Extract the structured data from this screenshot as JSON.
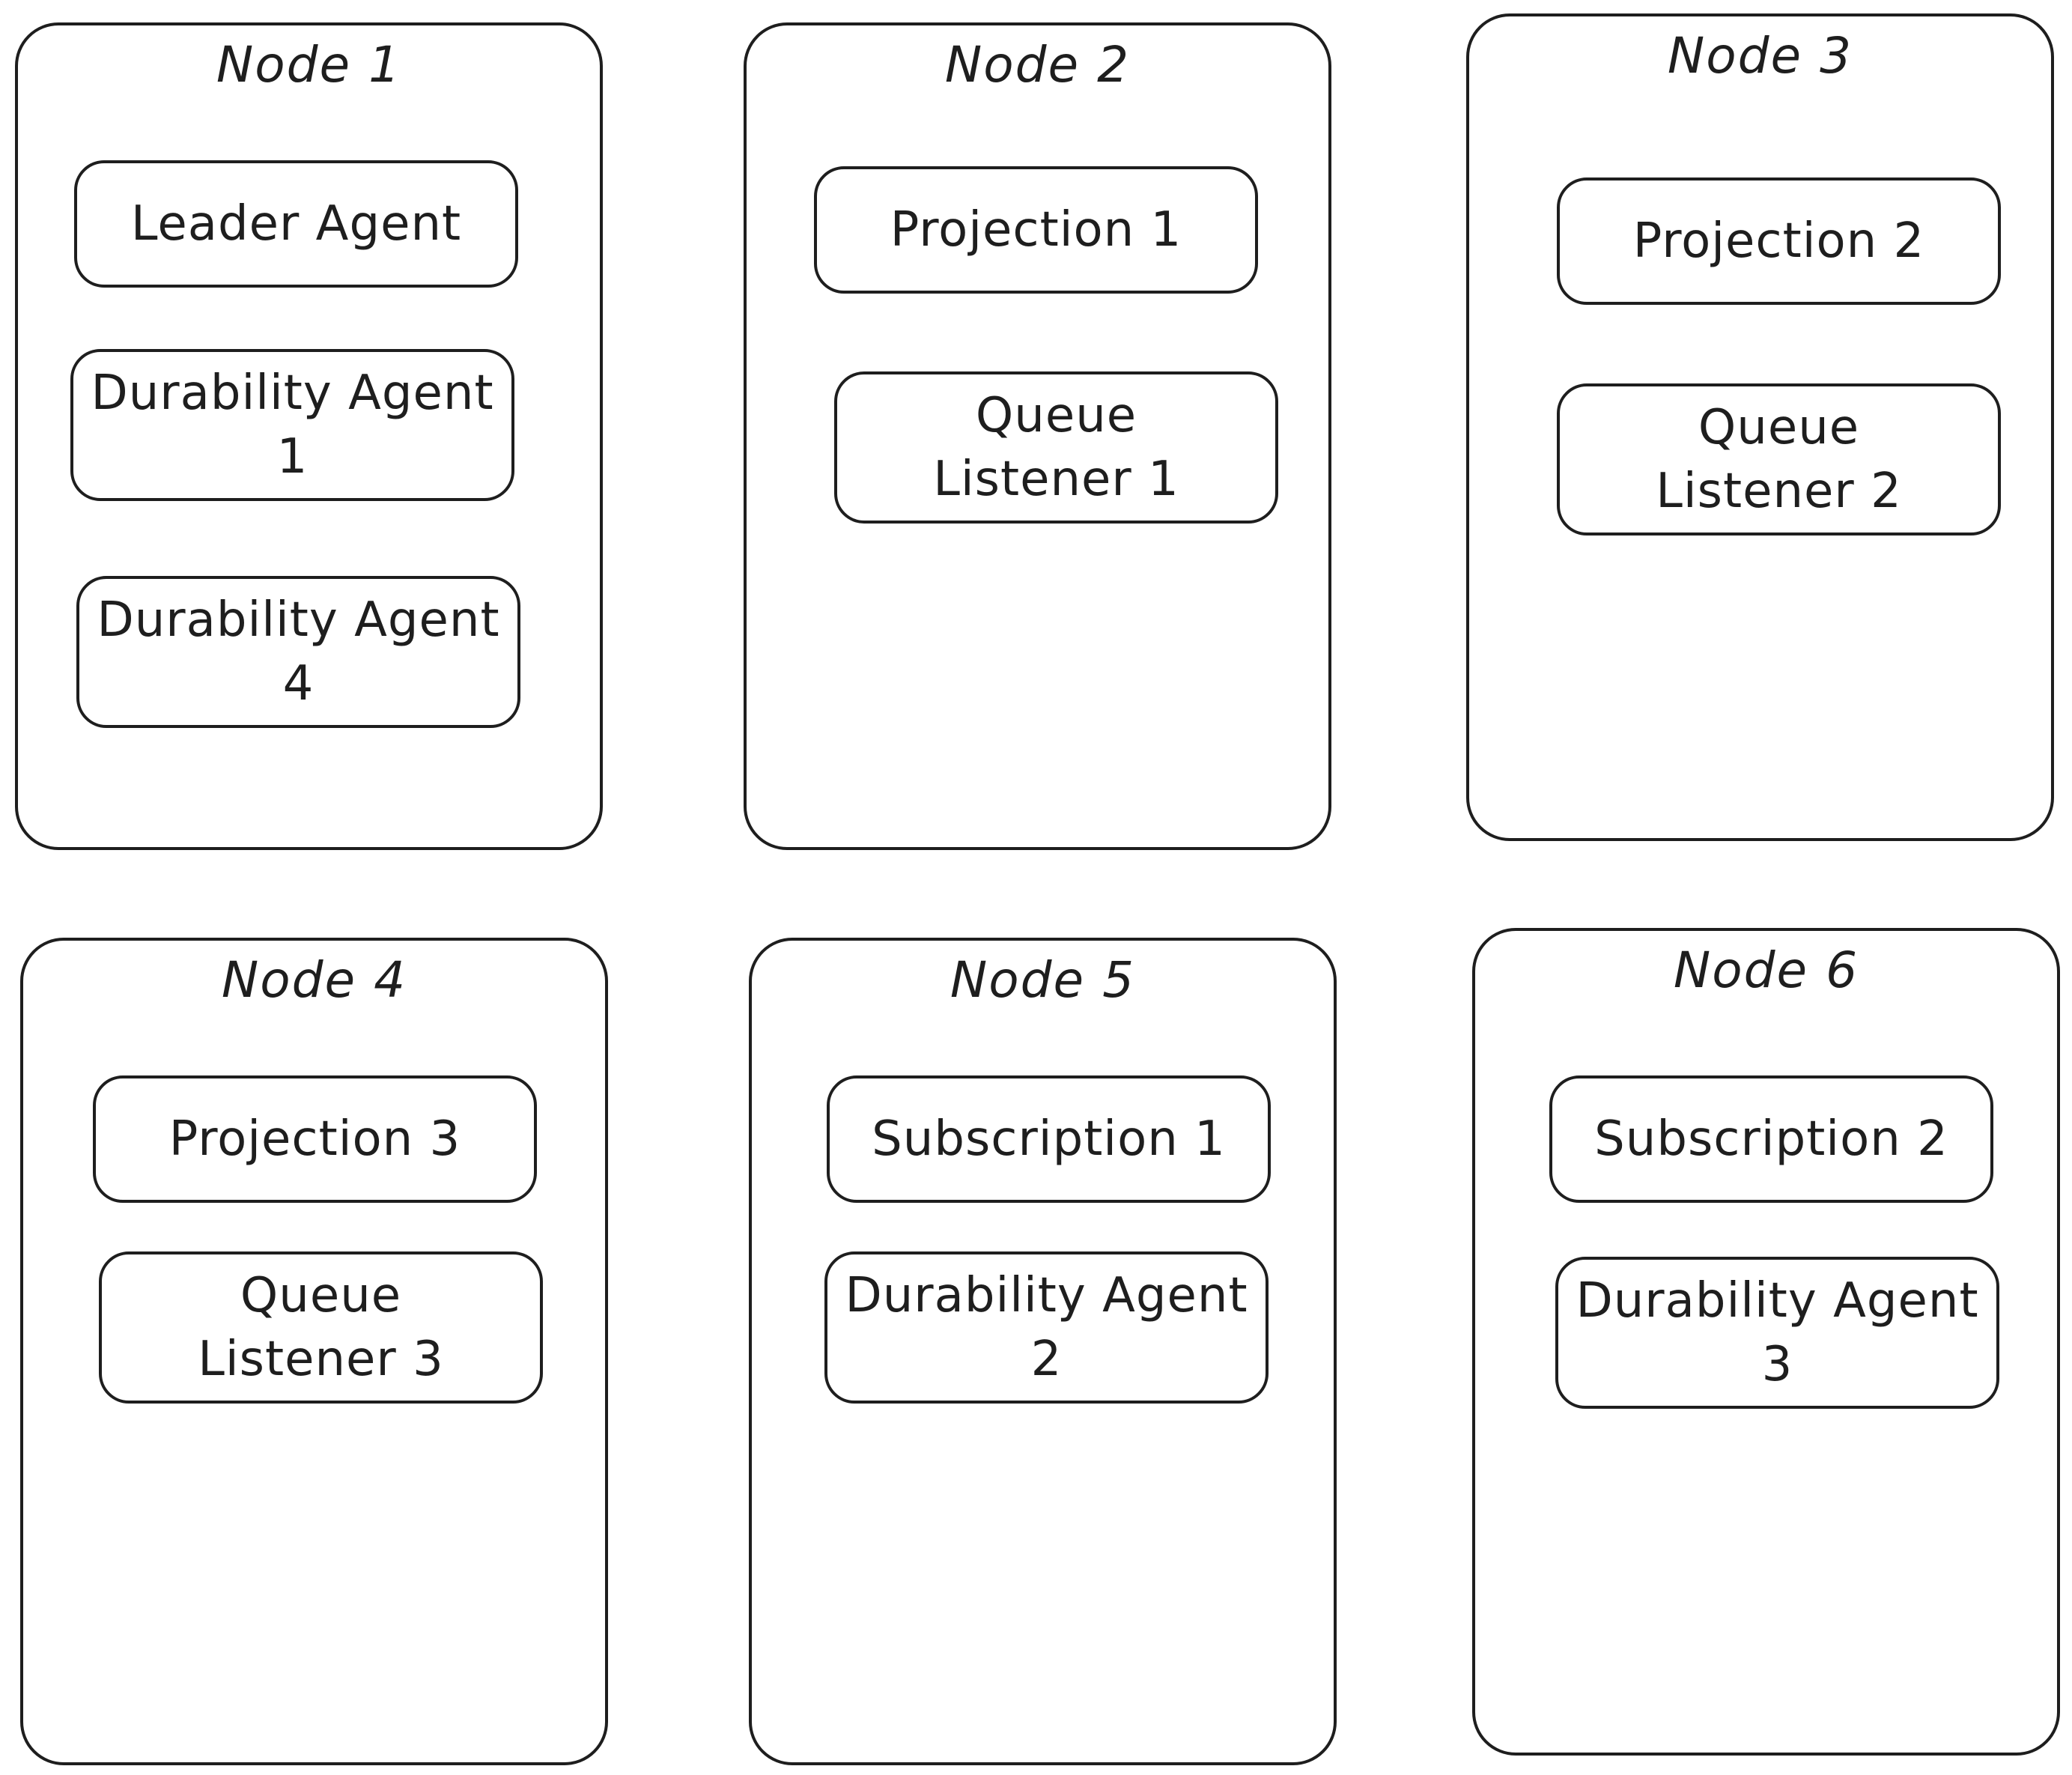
{
  "nodes": [
    {
      "title": "Node 1",
      "components": [
        {
          "label": "Leader Agent"
        },
        {
          "label": "Durability Agent 1"
        },
        {
          "label": "Durability Agent 4"
        }
      ]
    },
    {
      "title": "Node 2",
      "components": [
        {
          "label": "Projection 1"
        },
        {
          "label": "Queue Listener 1"
        }
      ]
    },
    {
      "title": "Node 3",
      "components": [
        {
          "label": "Projection 2"
        },
        {
          "label": "Queue Listener 2"
        }
      ]
    },
    {
      "title": "Node 4",
      "components": [
        {
          "label": "Projection 3"
        },
        {
          "label": "Queue Listener 3"
        }
      ]
    },
    {
      "title": "Node 5",
      "components": [
        {
          "label": "Subscription 1"
        },
        {
          "label": "Durability Agent 2"
        }
      ]
    },
    {
      "title": "Node 6",
      "components": [
        {
          "label": "Subscription 2"
        },
        {
          "label": "Durability Agent 3"
        }
      ]
    }
  ]
}
